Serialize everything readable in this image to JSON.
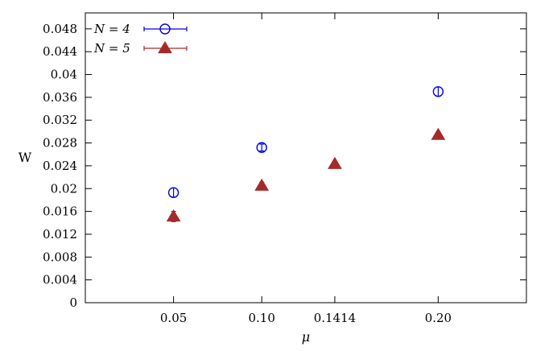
{
  "chart_data": {
    "type": "scatter",
    "xlabel": "μ",
    "ylabel": "W",
    "xlim": [
      0.0,
      0.25
    ],
    "ylim": [
      0,
      0.0508
    ],
    "x_ticks": [
      0.05,
      0.1,
      0.1414,
      0.2
    ],
    "x_tick_labels": [
      "0.05",
      "0.10",
      "0.1414",
      "0.20"
    ],
    "y_ticks": [
      0,
      0.004,
      0.008,
      0.012,
      0.016,
      0.02,
      0.024,
      0.028,
      0.032,
      0.036,
      0.04,
      0.044,
      0.048
    ],
    "y_tick_labels": [
      "0",
      "0.004",
      "0.008",
      "0.012",
      "0.016",
      "0.02",
      "0.024",
      "0.028",
      "0.032",
      "0.036",
      "0.04",
      "0.044",
      "0.048"
    ],
    "grid": false,
    "legend_position": "top-left",
    "series": [
      {
        "name": "N = 4",
        "marker": "open-circle",
        "color": "#0000ee",
        "points": [
          {
            "x": 0.05,
            "y": 0.0193,
            "err": 0.0008
          },
          {
            "x": 0.1,
            "y": 0.0272,
            "err": 0.0006
          },
          {
            "x": 0.2,
            "y": 0.037,
            "err": 0.0008
          }
        ]
      },
      {
        "name": "N = 5",
        "marker": "filled-triangle",
        "color": "#a52a2a",
        "points": [
          {
            "x": 0.05,
            "y": 0.0151,
            "err": 0.0009
          },
          {
            "x": 0.1,
            "y": 0.0205,
            "err": 0.0006
          },
          {
            "x": 0.1414,
            "y": 0.0243,
            "err": 0.0004
          },
          {
            "x": 0.2,
            "y": 0.0294,
            "err": 0.0004
          }
        ]
      }
    ]
  }
}
